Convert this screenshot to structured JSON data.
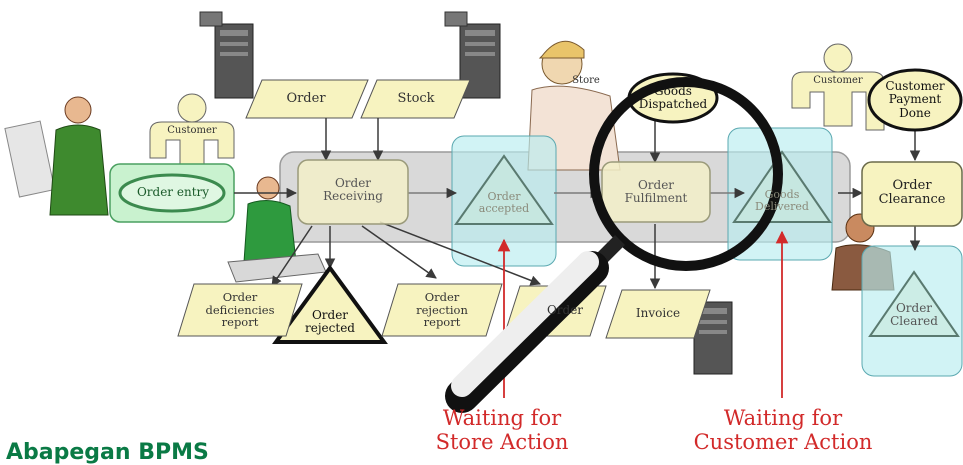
{
  "nodes": {
    "order_entry": "Order entry",
    "order_receiving": "Order\nReceiving",
    "order_accepted": "Order\naccepted",
    "order_fulfilment": "Order\nFulfilment",
    "goods_delivered": "Goods\nDelivered",
    "order_clearance": "Order\nClearance",
    "order_cleared": "Order\nCleared"
  },
  "data_items": {
    "order": "Order",
    "stock": "Stock",
    "order_deficiencies_report": "Order\ndeficiencies\nreport",
    "order_rejection_report": "Order\nrejection\nreport",
    "order_partial": "Order",
    "invoice": "Invoice"
  },
  "events": {
    "order_rejected": "Order\nrejected",
    "goods_dispatched": "Goods\nDispatched",
    "customer_payment_done": "Customer\nPayment\nDone"
  },
  "actors": {
    "customer_left": "Customer",
    "customer_right": "Customer",
    "store_partial": "Store"
  },
  "annotations": {
    "waiting_store": "Waiting for\nStore Action",
    "waiting_customer": "Waiting for\nCustomer Action"
  },
  "brand": "Abapegan BPMS",
  "colors": {
    "activity_fill": "#f7f3c0",
    "pool_fill": "#d9d9d9",
    "highlight_fill": "#b8ecf0",
    "annotation_red": "#d22a2a",
    "entry_green": "#c9f2cf",
    "brand_green": "#0a7a45"
  }
}
